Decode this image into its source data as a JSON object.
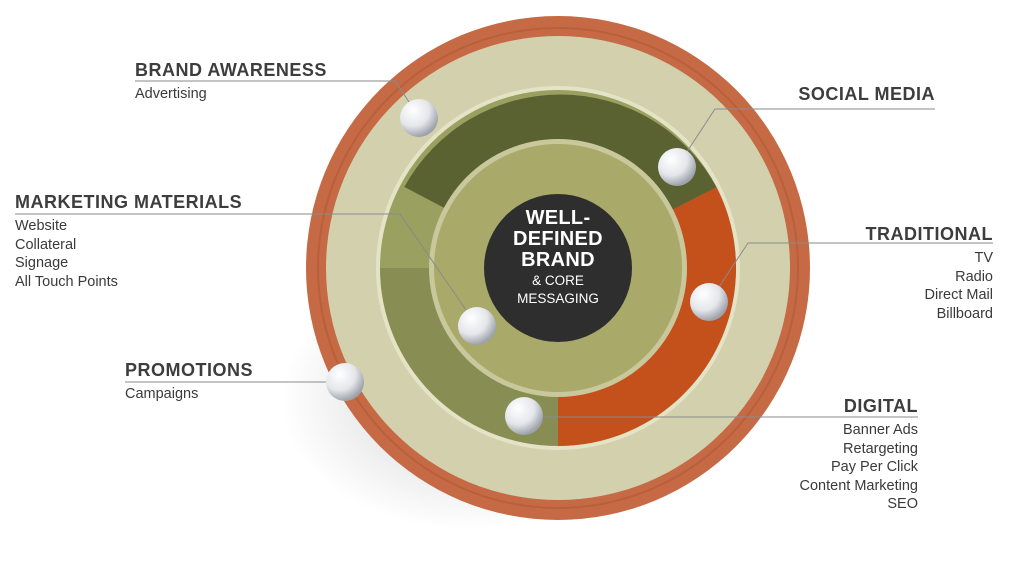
{
  "center": {
    "lines": [
      "WELL-",
      "DEFINED",
      "BRAND"
    ],
    "sub_lines": [
      "& CORE",
      "MESSAGING"
    ]
  },
  "labels": {
    "brand_awareness": {
      "title": "BRAND AWARENESS",
      "items": [
        "Advertising"
      ]
    },
    "marketing_materials": {
      "title": "MARKETING MATERIALS",
      "items": [
        "Website",
        "Collateral",
        "Signage",
        "All Touch Points"
      ]
    },
    "promotions": {
      "title": "PROMOTIONS",
      "items": [
        "Campaigns"
      ]
    },
    "social_media": {
      "title": "SOCIAL MEDIA",
      "items": []
    },
    "traditional": {
      "title": "TRADITIONAL",
      "items": [
        "TV",
        "Radio",
        "Direct Mail",
        "Billboard"
      ]
    },
    "digital": {
      "title": "DIGITAL",
      "items": [
        "Banner Ads",
        "Retargeting",
        "Pay Per Click",
        "Content Marketing",
        "SEO"
      ]
    }
  },
  "colors": {
    "outer_ring": "#c56a45",
    "cream_ring": "#d3d1ad",
    "dark_olive": "#5b6232",
    "mid_olive": "#99a060",
    "orange": "#c4501c",
    "inner_olive": "#a9a96a",
    "center_dark": "#2e2e2e",
    "line": "#8a8a8a"
  }
}
